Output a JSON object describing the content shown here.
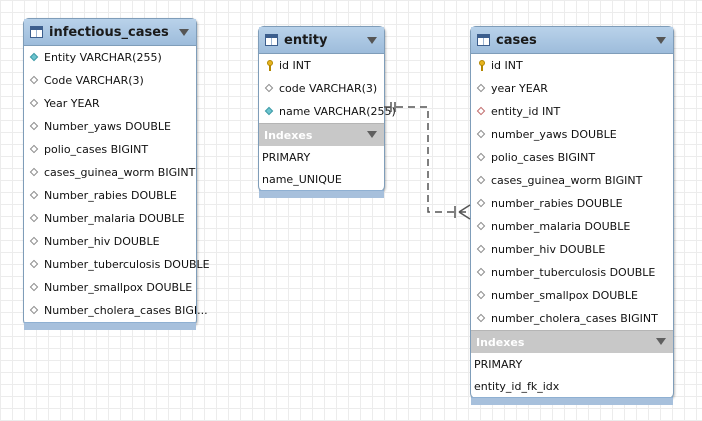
{
  "tables": {
    "infectious_cases": {
      "title": "infectious_cases",
      "columns": [
        {
          "icon": "diamond-filled",
          "label": "Entity VARCHAR(255)"
        },
        {
          "icon": "diamond",
          "label": "Code VARCHAR(3)"
        },
        {
          "icon": "diamond",
          "label": "Year YEAR"
        },
        {
          "icon": "diamond",
          "label": "Number_yaws DOUBLE"
        },
        {
          "icon": "diamond",
          "label": "polio_cases BIGINT"
        },
        {
          "icon": "diamond",
          "label": "cases_guinea_worm BIGINT"
        },
        {
          "icon": "diamond",
          "label": "Number_rabies DOUBLE"
        },
        {
          "icon": "diamond",
          "label": "Number_malaria DOUBLE"
        },
        {
          "icon": "diamond",
          "label": "Number_hiv DOUBLE"
        },
        {
          "icon": "diamond",
          "label": "Number_tuberculosis DOUBLE"
        },
        {
          "icon": "diamond",
          "label": "Number_smallpox DOUBLE"
        },
        {
          "icon": "diamond",
          "label": "Number_cholera_cases BIGI..."
        }
      ]
    },
    "entity": {
      "title": "entity",
      "columns": [
        {
          "icon": "key",
          "label": "id INT"
        },
        {
          "icon": "diamond",
          "label": "code VARCHAR(3)"
        },
        {
          "icon": "diamond-filled",
          "label": "name VARCHAR(255)"
        }
      ],
      "indexes_label": "Indexes",
      "indexes": [
        "PRIMARY",
        "name_UNIQUE"
      ]
    },
    "cases": {
      "title": "cases",
      "columns": [
        {
          "icon": "key",
          "label": "id INT"
        },
        {
          "icon": "diamond",
          "label": "year YEAR"
        },
        {
          "icon": "diamond-red",
          "label": "entity_id INT"
        },
        {
          "icon": "diamond",
          "label": "number_yaws DOUBLE"
        },
        {
          "icon": "diamond",
          "label": "polio_cases BIGINT"
        },
        {
          "icon": "diamond",
          "label": "cases_guinea_worm BIGINT"
        },
        {
          "icon": "diamond",
          "label": "number_rabies DOUBLE"
        },
        {
          "icon": "diamond",
          "label": "number_malaria DOUBLE"
        },
        {
          "icon": "diamond",
          "label": "number_hiv DOUBLE"
        },
        {
          "icon": "diamond",
          "label": "number_tuberculosis DOUBLE"
        },
        {
          "icon": "diamond",
          "label": "number_smallpox DOUBLE"
        },
        {
          "icon": "diamond",
          "label": "number_cholera_cases BIGINT"
        }
      ],
      "indexes_label": "Indexes",
      "indexes": [
        "PRIMARY",
        "entity_id_fk_idx"
      ]
    }
  },
  "relationship": {
    "from": "entity.name",
    "to": "cases",
    "notation": "one-to-many",
    "line_color": "#555555"
  }
}
